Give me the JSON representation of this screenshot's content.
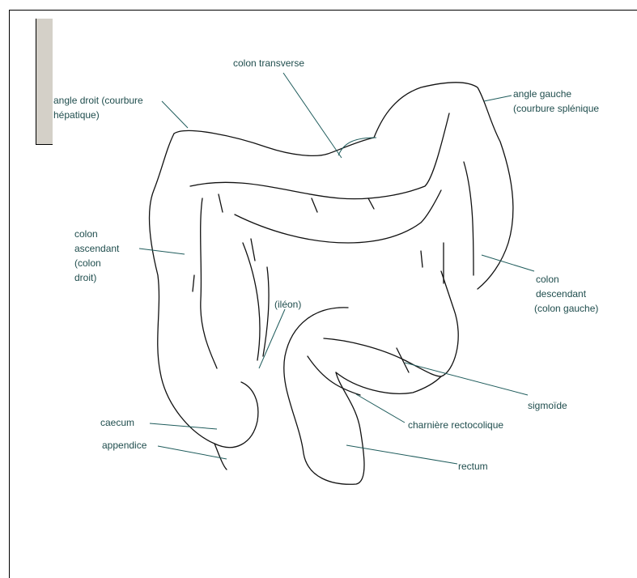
{
  "colors": {
    "label": "#1f4d4d",
    "leader": "#1f5c5c",
    "outline": "#111111",
    "panel": "#d4d0c8"
  },
  "labels": {
    "transverse": "colon transverse",
    "angle_right_1": "angle droit (courbure",
    "angle_right_2": "hépatique)",
    "angle_left_1": "angle gauche",
    "angle_left_2": "(courbure splénique",
    "ascending_1": "colon",
    "ascending_2": "ascendant",
    "ascending_3": "(colon",
    "ascending_4": "droit)",
    "descending_1": "colon",
    "descending_2": "descendant",
    "descending_3": "(colon gauche)",
    "ileon": "(iléon)",
    "sigmoid": "sigmoïde",
    "caecum": "caecum",
    "appendix": "appendice",
    "hinge": "charnière rectocolique",
    "rectum": "rectum"
  }
}
